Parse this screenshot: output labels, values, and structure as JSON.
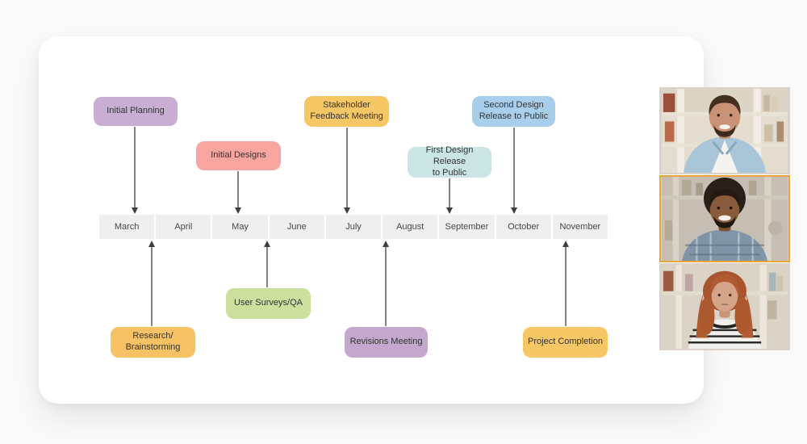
{
  "board": {
    "timeline": {
      "months": [
        "March",
        "April",
        "May",
        "June",
        "July",
        "August",
        "September",
        "October",
        "November"
      ]
    },
    "milestones": [
      {
        "id": "initial-planning",
        "label": "Initial Planning",
        "color": "#c9aed3",
        "position": "above",
        "month": "March"
      },
      {
        "id": "initial-designs",
        "label": "Initial Designs",
        "color": "#f9a59f",
        "position": "above",
        "month": "May"
      },
      {
        "id": "stakeholder-feedback-meeting",
        "label": "Stakeholder\nFeedback Meeting",
        "color": "#f7c766",
        "position": "above",
        "month": "July"
      },
      {
        "id": "first-design-release",
        "label": "First Design Release\nto Public",
        "color": "#cbe5e5",
        "position": "above",
        "month": "September"
      },
      {
        "id": "second-design-release",
        "label": "Second Design\nRelease to Public",
        "color": "#a7cfec",
        "position": "above",
        "month": "October"
      },
      {
        "id": "research-brainstorming",
        "label": "Research/\nBrainstorming",
        "color": "#f7c263",
        "position": "below",
        "month": "March"
      },
      {
        "id": "user-surveys-qa",
        "label": "User Surveys/QA",
        "color": "#ccdf9d",
        "position": "below",
        "month": "May"
      },
      {
        "id": "revisions-meeting",
        "label": "Revisions Meeting",
        "color": "#c3a7cd",
        "position": "below",
        "month": "August"
      },
      {
        "id": "project-completion",
        "label": "Project Completion",
        "color": "#f7c766",
        "position": "below",
        "month": "November"
      }
    ]
  },
  "video_call": {
    "participants": [
      {
        "id": "participant-1",
        "description": "man with beard, light blue denim shirt, bookshelf background",
        "active": false
      },
      {
        "id": "participant-2",
        "description": "man with afro hair, plaid shirt, smiling",
        "active": true,
        "highlight_color": "#e8a63a"
      },
      {
        "id": "participant-3",
        "description": "woman with red hair, black-and-white striped top",
        "active": false
      }
    ]
  },
  "colors": {
    "page_background": "#fafafa",
    "board_background": "#ffffff",
    "month_band": "#efefef",
    "arrow": "#4d4d4d",
    "active_speaker_border": "#e8a63a"
  }
}
